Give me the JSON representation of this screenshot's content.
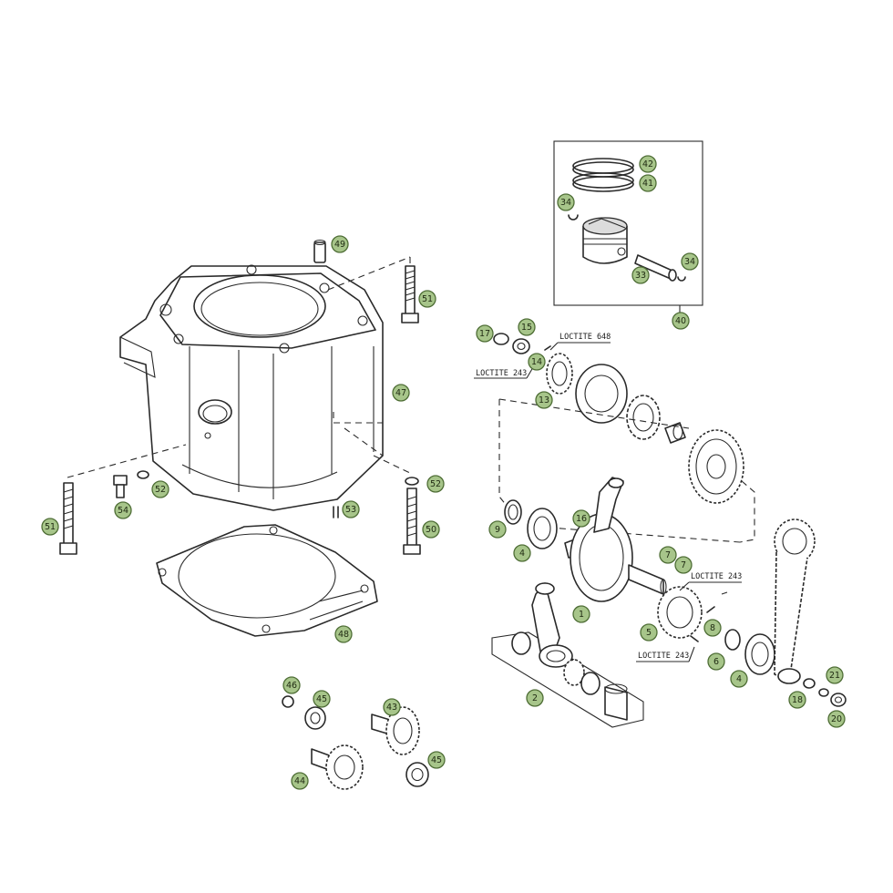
{
  "callouts": [
    {
      "id": "c42",
      "label": "42"
    },
    {
      "id": "c41",
      "label": "41"
    },
    {
      "id": "c34a",
      "label": "34"
    },
    {
      "id": "c34b",
      "label": "34"
    },
    {
      "id": "c33",
      "label": "33"
    },
    {
      "id": "c40",
      "label": "40"
    },
    {
      "id": "c49",
      "label": "49"
    },
    {
      "id": "c51a",
      "label": "51"
    },
    {
      "id": "c47",
      "label": "47"
    },
    {
      "id": "c52a",
      "label": "52"
    },
    {
      "id": "c54",
      "label": "54"
    },
    {
      "id": "c52b",
      "label": "52"
    },
    {
      "id": "c53",
      "label": "53"
    },
    {
      "id": "c51b",
      "label": "51"
    },
    {
      "id": "c50",
      "label": "50"
    },
    {
      "id": "c48",
      "label": "48"
    },
    {
      "id": "c17",
      "label": "17"
    },
    {
      "id": "c15",
      "label": "15"
    },
    {
      "id": "c14",
      "label": "14"
    },
    {
      "id": "c13",
      "label": "13"
    },
    {
      "id": "c9",
      "label": "9"
    },
    {
      "id": "c16",
      "label": "16"
    },
    {
      "id": "c4a",
      "label": "4"
    },
    {
      "id": "c7a",
      "label": "7"
    },
    {
      "id": "c7b",
      "label": "7"
    },
    {
      "id": "c1",
      "label": "1"
    },
    {
      "id": "c8",
      "label": "8"
    },
    {
      "id": "c5",
      "label": "5"
    },
    {
      "id": "c6",
      "label": "6"
    },
    {
      "id": "c4b",
      "label": "4"
    },
    {
      "id": "c2",
      "label": "2"
    },
    {
      "id": "c21",
      "label": "21"
    },
    {
      "id": "c18",
      "label": "18"
    },
    {
      "id": "c20",
      "label": "20"
    },
    {
      "id": "c46",
      "label": "46"
    },
    {
      "id": "c45a",
      "label": "45"
    },
    {
      "id": "c43",
      "label": "43"
    },
    {
      "id": "c44",
      "label": "44"
    },
    {
      "id": "c45b",
      "label": "45"
    }
  ],
  "notes": {
    "loctite_648": "LOCTITE 648",
    "loctite_243_a": "LOCTITE 243",
    "loctite_243_b": "LOCTITE 243",
    "loctite_243_c": "LOCTITE 243"
  }
}
